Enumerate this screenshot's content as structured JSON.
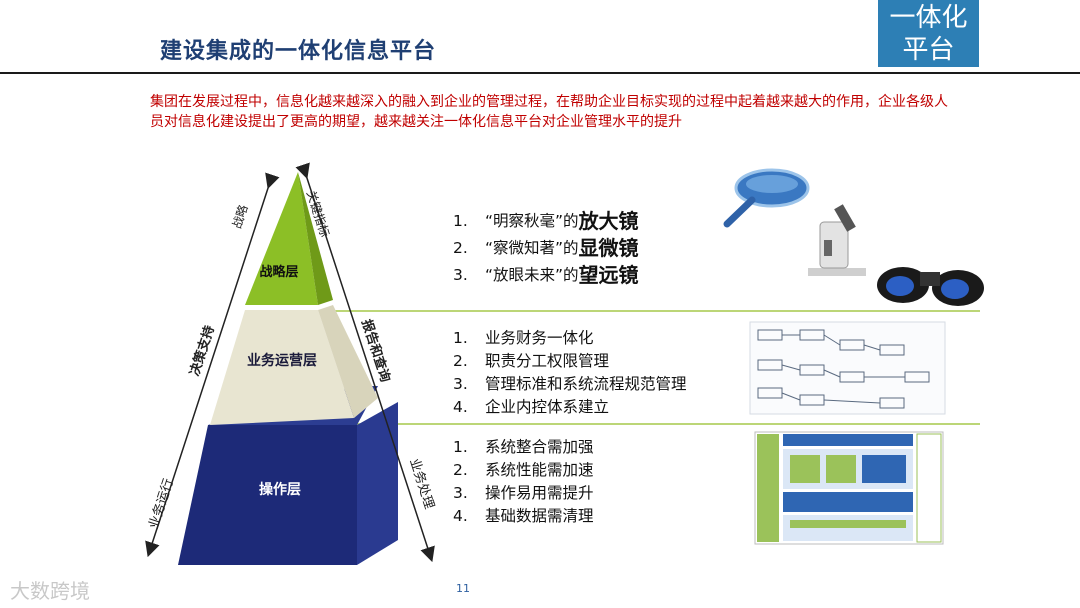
{
  "title": "建设集成的一体化信息平台",
  "badge": {
    "line1": "一体化",
    "line2": "平台"
  },
  "intro": "集团在发展过程中，信息化越来越深入的融入到企业的管理过程，在帮助企业目标实现的过程中起着越来越大的作用，企业各级人员对信息化建设提出了更高的期望，越来越关注一体化信息平台对企业管理水平的提升",
  "pyramid": {
    "top": "战略层",
    "middle": "业务运营层",
    "bottom": "操作层",
    "left_upper": "战略",
    "left_middle": "决策支持",
    "left_lower": "业务运行",
    "right_upper": "关键指标",
    "right_middle": "报告和查询",
    "right_lower": "业务处理"
  },
  "list1": [
    {
      "num": "1.",
      "text": "“明察秋毫”的",
      "em": "放大镜"
    },
    {
      "num": "2.",
      "text": "“察微知著”的",
      "em": "显微镜"
    },
    {
      "num": "3.",
      "text": "“放眼未来”的",
      "em": "望远镜"
    }
  ],
  "list2": [
    {
      "num": "1.",
      "text": "业务财务一体化"
    },
    {
      "num": "2.",
      "text": "职责分工权限管理"
    },
    {
      "num": "3.",
      "text": "管理标准和系统流程规范管理"
    },
    {
      "num": "4.",
      "text": "企业内控体系建立"
    }
  ],
  "list3": [
    {
      "num": "1.",
      "text": "系统整合需加强"
    },
    {
      "num": "2.",
      "text": "系统性能需加速"
    },
    {
      "num": "3.",
      "text": "操作易用需提升"
    },
    {
      "num": "4.",
      "text": "基础数据需清理"
    }
  ],
  "page_number": "11",
  "watermark": "大数跨境",
  "colors": {
    "title": "#1f3f73",
    "intro": "#c00000",
    "badge": "#2d7fb5",
    "green": "#8cbf26",
    "beige": "#e8e5d1",
    "navy": "#1d2a78"
  }
}
